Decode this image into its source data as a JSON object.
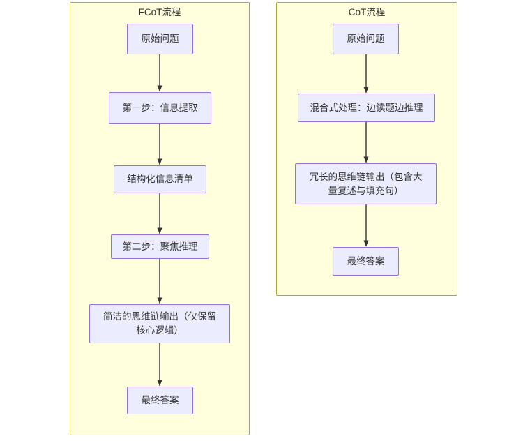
{
  "diagram": {
    "type": "flowchart",
    "orientation": "top-to-bottom",
    "background_color": "#ffffff",
    "subgraph_fill": "#ffffde",
    "subgraph_stroke": "#aaaa33",
    "node_fill": "#ececff",
    "node_stroke": "#9370db",
    "edge_color": "#333333",
    "text_color": "#333333"
  },
  "panels": [
    {
      "id": "fcot",
      "title": "FCoT流程",
      "nodes": [
        {
          "id": "fcot-n1",
          "label": "原始问题"
        },
        {
          "id": "fcot-n2",
          "label": "第一步：信息提取"
        },
        {
          "id": "fcot-n3",
          "label": "结构化信息清单"
        },
        {
          "id": "fcot-n4",
          "label": "第二步：聚焦推理"
        },
        {
          "id": "fcot-n5",
          "label": "简洁的思维链输出（仅保留\n核心逻辑）"
        },
        {
          "id": "fcot-n6",
          "label": "最终答案"
        }
      ],
      "edges": [
        {
          "from": "fcot-n1",
          "to": "fcot-n2"
        },
        {
          "from": "fcot-n2",
          "to": "fcot-n3"
        },
        {
          "from": "fcot-n3",
          "to": "fcot-n4"
        },
        {
          "from": "fcot-n4",
          "to": "fcot-n5"
        },
        {
          "from": "fcot-n5",
          "to": "fcot-n6"
        }
      ]
    },
    {
      "id": "cot",
      "title": "CoT流程",
      "nodes": [
        {
          "id": "cot-n1",
          "label": "原始问题"
        },
        {
          "id": "cot-n2",
          "label": "混合式处理：边读题边推理"
        },
        {
          "id": "cot-n3",
          "label": "冗长的思维链输出（包含大\n量复述与填充句）"
        },
        {
          "id": "cot-n4",
          "label": "最终答案"
        }
      ],
      "edges": [
        {
          "from": "cot-n1",
          "to": "cot-n2"
        },
        {
          "from": "cot-n2",
          "to": "cot-n3"
        },
        {
          "from": "cot-n3",
          "to": "cot-n4"
        }
      ]
    }
  ]
}
